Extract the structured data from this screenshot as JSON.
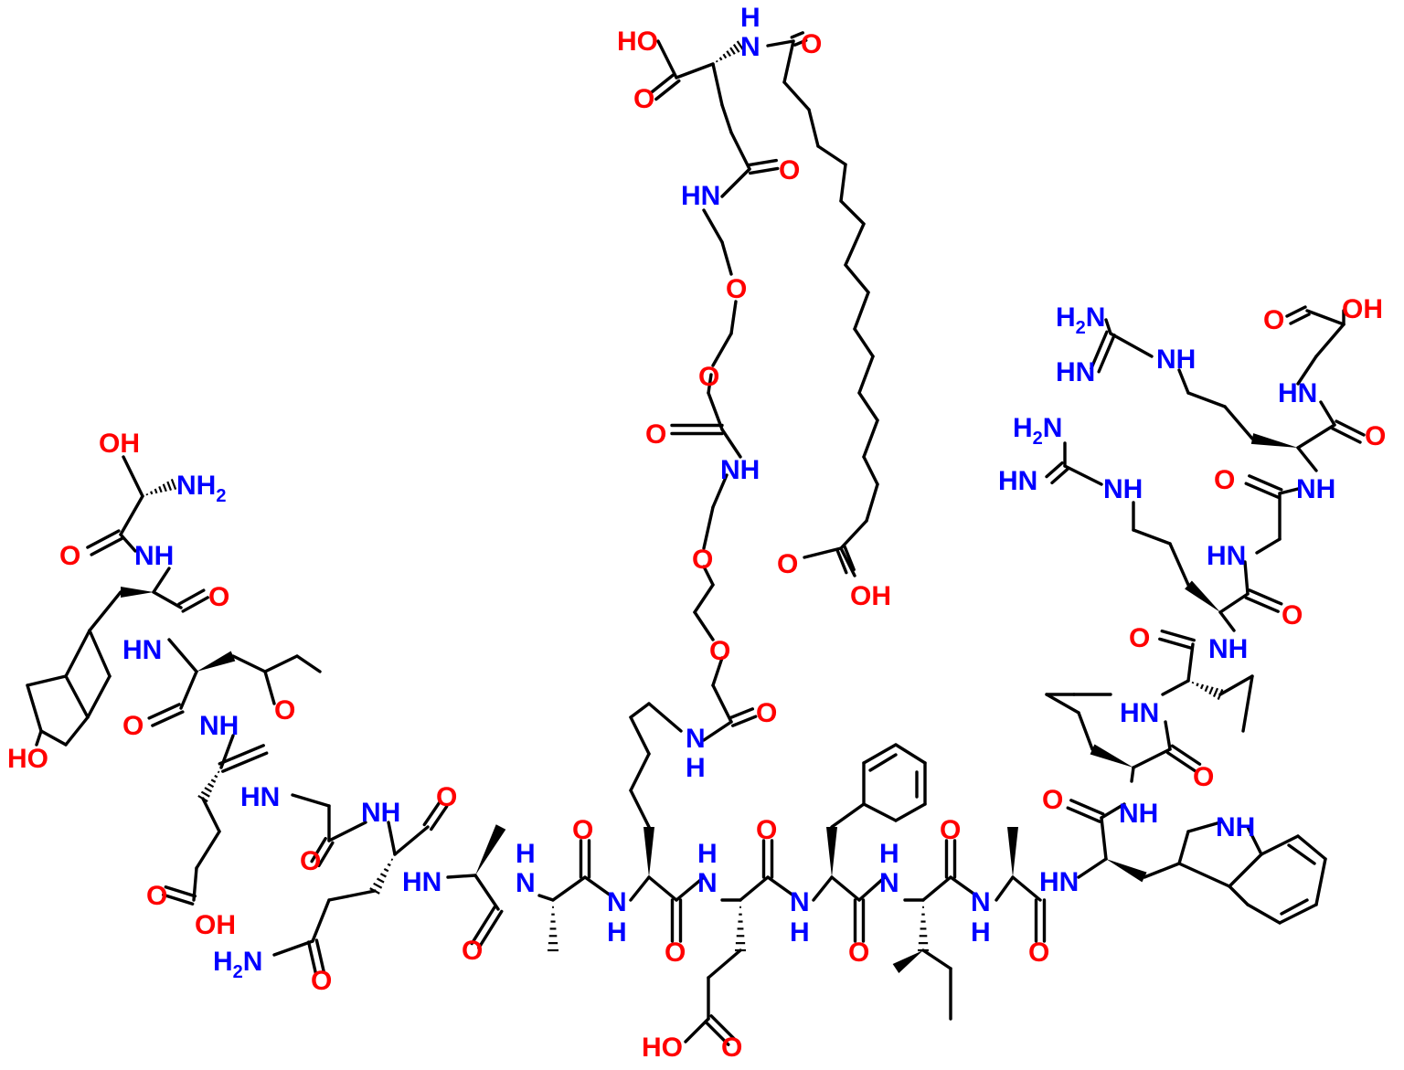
{
  "colors": {
    "bond": "#000000",
    "nitrogen": "#0000ff",
    "oxygen": "#ff0000",
    "background": "#ffffff"
  },
  "labels": [
    {
      "id": "oh-ser",
      "text": "OH",
      "el": "O"
    },
    {
      "id": "nh2-ser",
      "text": "NH",
      "sub": "2",
      "el": "N"
    },
    {
      "id": "o-ser",
      "text": "O",
      "el": "O"
    },
    {
      "id": "nh-1",
      "text": "NH",
      "el": "N"
    },
    {
      "id": "o-tyr",
      "text": "O",
      "el": "O"
    },
    {
      "id": "hn-leu",
      "text": "HN",
      "el": "N"
    },
    {
      "id": "ho-tyr",
      "text": "HO",
      "el": "O"
    },
    {
      "id": "o-leu",
      "text": "O",
      "el": "O"
    },
    {
      "id": "nh-glu1",
      "text": "NH",
      "el": "N"
    },
    {
      "id": "o-glu1",
      "text": "O",
      "el": "O"
    },
    {
      "id": "hn-gly1",
      "text": "HN",
      "el": "N"
    },
    {
      "id": "o-glu1sc",
      "text": "O",
      "el": "O"
    },
    {
      "id": "oh-glu1sc",
      "text": "OH",
      "el": "O"
    },
    {
      "id": "nh-gln",
      "text": "NH",
      "el": "N"
    },
    {
      "id": "o-gly1",
      "text": "O",
      "el": "O"
    },
    {
      "id": "o-gln",
      "text": "O",
      "el": "O"
    },
    {
      "id": "hn-ala1",
      "text": "HN",
      "el": "N"
    },
    {
      "id": "nh2-gln",
      "text": "H",
      "sub": "2",
      "tail": "N",
      "el": "N"
    },
    {
      "id": "o-glnsc",
      "text": "O",
      "el": "O"
    },
    {
      "id": "h-ala2",
      "text": "H",
      "el": "N"
    },
    {
      "id": "n-ala2",
      "text": "N",
      "el": "N"
    },
    {
      "id": "o-ala1",
      "text": "O",
      "el": "O"
    },
    {
      "id": "o-ala2",
      "text": "O",
      "el": "O"
    },
    {
      "id": "n-lys",
      "text": "N",
      "el": "N"
    },
    {
      "id": "h-lys",
      "text": "H",
      "el": "N"
    },
    {
      "id": "o-lys",
      "text": "O",
      "el": "O"
    },
    {
      "id": "h-glu2",
      "text": "H",
      "el": "N"
    },
    {
      "id": "n-glu2",
      "text": "N",
      "el": "N"
    },
    {
      "id": "o-glu2",
      "text": "O",
      "el": "O"
    },
    {
      "id": "n-phe",
      "text": "N",
      "el": "N"
    },
    {
      "id": "h-phe",
      "text": "H",
      "el": "N"
    },
    {
      "id": "o-phe",
      "text": "O",
      "el": "O"
    },
    {
      "id": "ho-glu2sc",
      "text": "HO",
      "el": "O"
    },
    {
      "id": "o-glu2sc",
      "text": "O",
      "el": "O"
    },
    {
      "id": "h-ile",
      "text": "H",
      "el": "N"
    },
    {
      "id": "n-ile",
      "text": "N",
      "el": "N"
    },
    {
      "id": "o-ile",
      "text": "O",
      "el": "O"
    },
    {
      "id": "n-ala3",
      "text": "N",
      "el": "N"
    },
    {
      "id": "h-ala3",
      "text": "H",
      "el": "N"
    },
    {
      "id": "o-ala3",
      "text": "O",
      "el": "O"
    },
    {
      "id": "hn-trp",
      "text": "HN",
      "el": "N"
    },
    {
      "id": "nh-indole",
      "text": "NH",
      "el": "N"
    },
    {
      "id": "o-trp",
      "text": "O",
      "el": "O"
    },
    {
      "id": "nh-leu2",
      "text": "NH",
      "el": "N"
    },
    {
      "id": "hn-val",
      "text": "HN",
      "el": "N"
    },
    {
      "id": "o-leu2",
      "text": "O",
      "el": "O"
    },
    {
      "id": "o-val",
      "text": "O",
      "el": "O"
    },
    {
      "id": "nh-arg1",
      "text": "NH",
      "el": "N"
    },
    {
      "id": "o-arg1",
      "text": "O",
      "el": "O"
    },
    {
      "id": "hn-gly2",
      "text": "HN",
      "el": "N"
    },
    {
      "id": "o-gly2",
      "text": "O",
      "el": "O"
    },
    {
      "id": "nh-arg2",
      "text": "NH",
      "el": "N"
    },
    {
      "id": "o-arg2",
      "text": "O",
      "el": "O"
    },
    {
      "id": "hn-gly3",
      "text": "HN",
      "el": "N"
    },
    {
      "id": "o-gly3",
      "text": "O",
      "el": "O"
    },
    {
      "id": "oh-gly3",
      "text": "OH",
      "el": "O"
    },
    {
      "id": "h2n-arg2",
      "text": "H",
      "sub": "2",
      "tail": "N",
      "el": "N"
    },
    {
      "id": "hn-arg2-imine",
      "text": "HN",
      "el": "N"
    },
    {
      "id": "nh-arg2-sc",
      "text": "NH",
      "el": "N"
    },
    {
      "id": "h2n-arg1",
      "text": "H",
      "sub": "2",
      "tail": "N",
      "el": "N"
    },
    {
      "id": "hn-arg1-imine",
      "text": "HN",
      "el": "N"
    },
    {
      "id": "nh-arg1-sc",
      "text": "NH",
      "el": "N"
    },
    {
      "id": "nh-lys-sc",
      "text": "N",
      "el": "N"
    },
    {
      "id": "h-lys-sc",
      "text": "H",
      "el": "N"
    },
    {
      "id": "o-lys-link",
      "text": "O",
      "el": "O"
    },
    {
      "id": "o-peg1",
      "text": "O",
      "el": "O"
    },
    {
      "id": "o-peg2",
      "text": "O",
      "el": "O"
    },
    {
      "id": "nh-peg",
      "text": "NH",
      "el": "N"
    },
    {
      "id": "o-peg-amide",
      "text": "O",
      "el": "O"
    },
    {
      "id": "o-peg3",
      "text": "O",
      "el": "O"
    },
    {
      "id": "o-peg4",
      "text": "O",
      "el": "O"
    },
    {
      "id": "hn-peg-top",
      "text": "HN",
      "el": "N"
    },
    {
      "id": "o-glu-gamma",
      "text": "O",
      "el": "O"
    },
    {
      "id": "ho-glu-top",
      "text": "HO",
      "el": "O"
    },
    {
      "id": "o-glu-top",
      "text": "O",
      "el": "O"
    },
    {
      "id": "h-glu-top",
      "text": "H",
      "el": "N"
    },
    {
      "id": "n-glu-top",
      "text": "N",
      "el": "N"
    },
    {
      "id": "o-fatty-amide",
      "text": "O",
      "el": "O"
    },
    {
      "id": "o-fatty-acid",
      "text": "O",
      "el": "O"
    },
    {
      "id": "oh-fatty-acid",
      "text": "OH",
      "el": "O"
    }
  ]
}
